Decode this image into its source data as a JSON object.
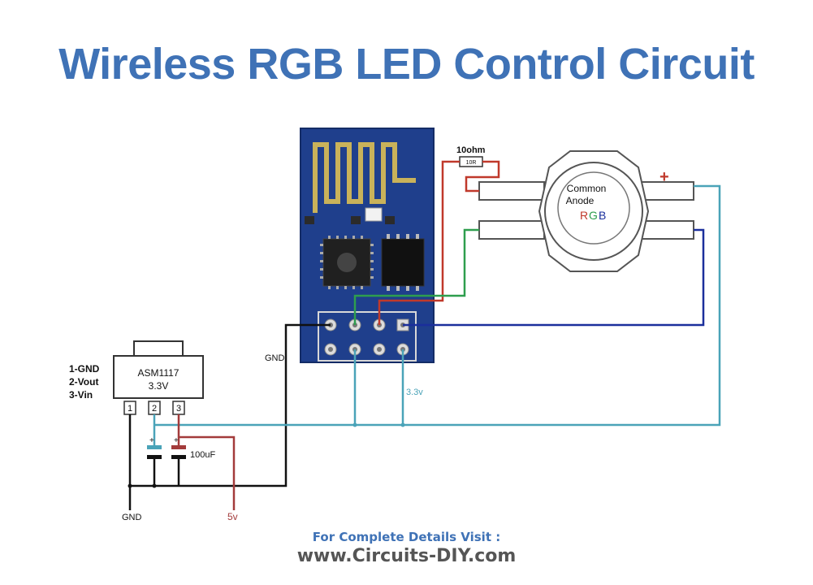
{
  "title": "Wireless RGB LED Control Circuit",
  "regulator": {
    "name": "ASM1117",
    "voltage": "3.3V",
    "pin_legend": [
      "1-GND",
      "2-Vout",
      "3-Vin"
    ],
    "pin_numbers": [
      "1",
      "2",
      "3"
    ]
  },
  "labels": {
    "gnd_top": "GND",
    "gnd_bottom": "GND",
    "five_volt": "5v",
    "three_volt": "3.3v",
    "capacitor": "100uF",
    "resistor_value": "10ohm",
    "resistor_code": "10R",
    "plus": "+",
    "cap_plus_1": "+",
    "cap_plus_2": "+"
  },
  "led": {
    "line1": "Common",
    "line2": "Anode",
    "r": "R",
    "g": "G",
    "b": "B"
  },
  "colors": {
    "title": "#3f72b6",
    "board": "#1f3f8c",
    "wire_red": "#c0392b",
    "wire_green": "#2e9e4e",
    "wire_blue": "#1b2f9c",
    "wire_cyan": "#4aa3b8",
    "wire_black": "#111111",
    "wire_5v": "#a33b3b"
  },
  "footer": {
    "visit": "For Complete Details Visit :",
    "url": "www.Circuits-DIY.com"
  }
}
